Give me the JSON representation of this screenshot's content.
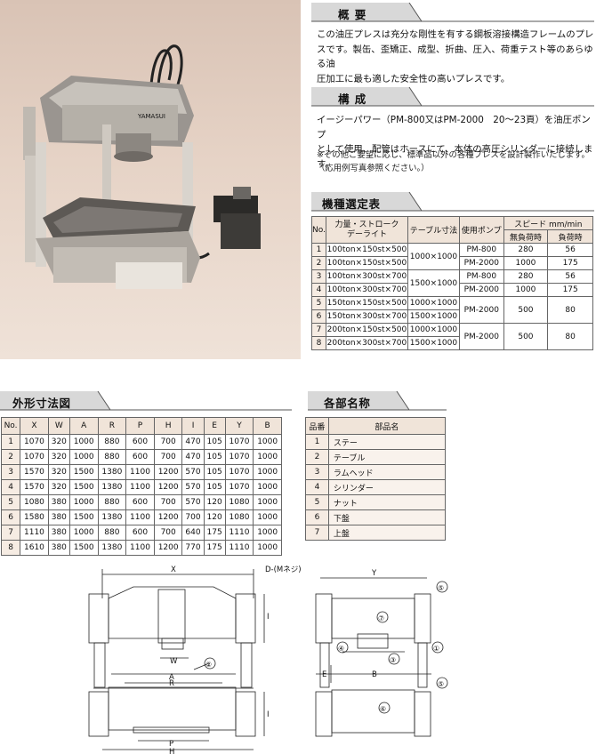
{
  "sections": {
    "overview": {
      "title": "概要",
      "text": [
        "この油圧プレスは充分な剛性を有する鋼板溶接構造フレームのプレ",
        "スです。製缶、歪矯正、成型、折曲、圧入、荷重テスト等のあらゆる油",
        "圧加工に最も適した安全性の高いプレスです。"
      ]
    },
    "composition": {
      "title": "構成",
      "text": [
        "イージーパワー（PM-800又はPM-2000　20〜23頁）を油圧ポンプ",
        "として使用、配管はホースにて、本体の高圧シリンダーに接続します。"
      ],
      "notes": [
        "※その他ご要望に応じ、標準品以外の各種プレスを設計製作いたします。",
        "（応用例写真参照ください。）"
      ]
    },
    "selection": {
      "title": "機種選定表",
      "headers": {
        "no": "No.",
        "force": "力量・ストローク",
        "daylight": "デーライト",
        "table": "テーブル寸法",
        "pump": "使用ポンプ",
        "speed": "スピード mm/min",
        "noload": "無負荷時",
        "load": "負荷時"
      },
      "rows": [
        {
          "no": "1",
          "spec": "100ton×150st×500"
        },
        {
          "no": "2",
          "spec": "100ton×150st×500"
        },
        {
          "no": "3",
          "spec": "100ton×300st×700"
        },
        {
          "no": "4",
          "spec": "100ton×300st×700"
        },
        {
          "no": "5",
          "spec": "150ton×150st×500"
        },
        {
          "no": "6",
          "spec": "150ton×300st×700"
        },
        {
          "no": "7",
          "spec": "200ton×150st×500"
        },
        {
          "no": "8",
          "spec": "200ton×300st×700"
        }
      ],
      "tables": [
        "1000×1000",
        "1500×1000",
        "1000×1000",
        "1500×1000",
        "1000×1000",
        "1500×1000"
      ],
      "pumps": [
        "PM-800",
        "PM-2000",
        "PM-800",
        "PM-2000",
        "PM-2000",
        "PM-2000"
      ],
      "noload": [
        "280",
        "1000",
        "280",
        "1000",
        "500",
        "500"
      ],
      "load": [
        "56",
        "175",
        "56",
        "175",
        "80",
        "80"
      ]
    },
    "dimensions": {
      "title": "外形寸法図",
      "headers": [
        "No.",
        "X",
        "W",
        "A",
        "R",
        "P",
        "H",
        "I",
        "E",
        "Y",
        "B"
      ],
      "rows": [
        [
          "1",
          "1070",
          "320",
          "1000",
          "880",
          "600",
          "700",
          "470",
          "105",
          "1070",
          "1000"
        ],
        [
          "2",
          "1070",
          "320",
          "1000",
          "880",
          "600",
          "700",
          "470",
          "105",
          "1070",
          "1000"
        ],
        [
          "3",
          "1570",
          "320",
          "1500",
          "1380",
          "1100",
          "1200",
          "570",
          "105",
          "1070",
          "1000"
        ],
        [
          "4",
          "1570",
          "320",
          "1500",
          "1380",
          "1100",
          "1200",
          "570",
          "105",
          "1070",
          "1000"
        ],
        [
          "5",
          "1080",
          "380",
          "1000",
          "880",
          "600",
          "700",
          "570",
          "120",
          "1080",
          "1000"
        ],
        [
          "6",
          "1580",
          "380",
          "1500",
          "1380",
          "1100",
          "1200",
          "700",
          "120",
          "1080",
          "1000"
        ],
        [
          "7",
          "1110",
          "380",
          "1000",
          "880",
          "600",
          "700",
          "640",
          "175",
          "1110",
          "1000"
        ],
        [
          "8",
          "1610",
          "380",
          "1500",
          "1380",
          "1100",
          "1200",
          "770",
          "175",
          "1110",
          "1000"
        ]
      ]
    },
    "parts": {
      "title": "各部名称",
      "headers": [
        "品番",
        "部品名"
      ],
      "rows": [
        [
          "1",
          "ステー"
        ],
        [
          "2",
          "テーブル"
        ],
        [
          "3",
          "ラムヘッド"
        ],
        [
          "4",
          "シリンダー"
        ],
        [
          "5",
          "ナット"
        ],
        [
          "6",
          "下盤"
        ],
        [
          "7",
          "上盤"
        ]
      ]
    }
  },
  "photo": {
    "brand": "YAMASUI"
  },
  "drawing": {
    "labels": {
      "X": "X",
      "W": "W",
      "A": "A",
      "R": "R",
      "P": "P",
      "H": "H",
      "I1": "I",
      "I2": "I",
      "D": "D-(Mネジ)",
      "Y": "Y",
      "E": "E",
      "B": "B",
      "c1": "①",
      "c2": "②",
      "c3": "③",
      "c4": "④",
      "c5a": "⑤",
      "c5b": "⑤",
      "c6": "⑥",
      "c7": "⑦"
    }
  },
  "colors": {
    "header_bg": "#d8d8d8",
    "table_header": "#f0e4d9",
    "photo_bg": "#e6d3c6"
  }
}
